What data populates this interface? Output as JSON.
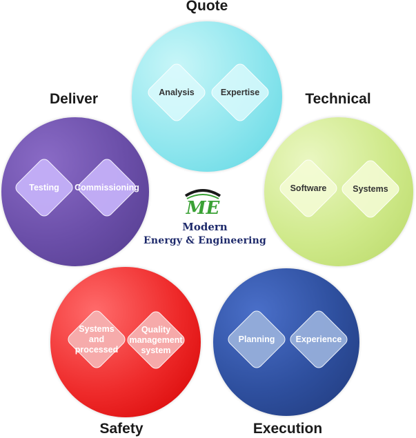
{
  "logo": {
    "mark_text": "ME",
    "line1": "Modern",
    "line2": "Energy & Engineering",
    "colors": {
      "text": "#1e2a6b",
      "mark_green": "#3aa135",
      "mark_dark": "#1a1a1a"
    }
  },
  "segments": [
    {
      "id": "quote",
      "title": "Quote",
      "color": "#7fe0ea",
      "items": [
        "Analysis",
        "Expertise"
      ]
    },
    {
      "id": "technical",
      "title": "Technical",
      "color": "#c8e47e",
      "items": [
        "Software",
        "Systems"
      ]
    },
    {
      "id": "execution",
      "title": "Execution",
      "color": "#2c4c9a",
      "items": [
        "Planning",
        "Experience"
      ]
    },
    {
      "id": "safety",
      "title": "Safety",
      "color": "#e81e1e",
      "items": [
        "Systems and processed",
        "Quality management system"
      ]
    },
    {
      "id": "deliver",
      "title": "Deliver",
      "color": "#6a4ea8",
      "items": [
        "Testing",
        "Commissioning"
      ]
    }
  ]
}
